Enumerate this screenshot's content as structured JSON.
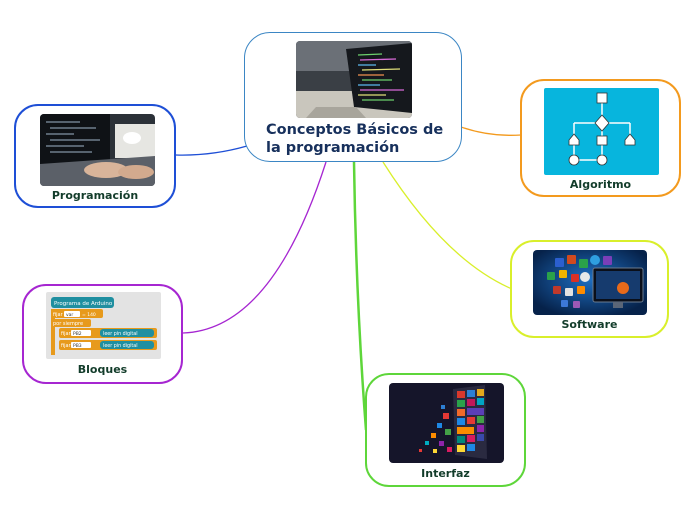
{
  "map": {
    "central": {
      "title": "Conceptos Básicos de la programación",
      "image": "laptop-code-photo"
    },
    "topics": [
      {
        "label": "Programación",
        "image": "typing-laptop-photo",
        "color": "#1e4fd6"
      },
      {
        "label": "Algoritmo",
        "image": "flowchart-icon",
        "color": "#f39a1e"
      },
      {
        "label": "Software",
        "image": "software-apps-monitor",
        "color": "#d9ef2b"
      },
      {
        "label": "Bloques",
        "image": "arduino-blocks-screenshot",
        "color": "#a626d1"
      },
      {
        "label": "Interfaz",
        "image": "tablet-tiles-image",
        "color": "#5ed63a"
      }
    ]
  },
  "bloques_image": {
    "header": "Programa de Arduino",
    "line1_a": "fijar",
    "line1_b": "var",
    "line1_c": "= 140",
    "line2": "por siempre",
    "line3_a": "fijar",
    "line3_b": "PB2",
    "line3_c": "leer pin digital",
    "line4_a": "fijar",
    "line4_b": "PB3",
    "line4_c": "leer pin digital"
  }
}
